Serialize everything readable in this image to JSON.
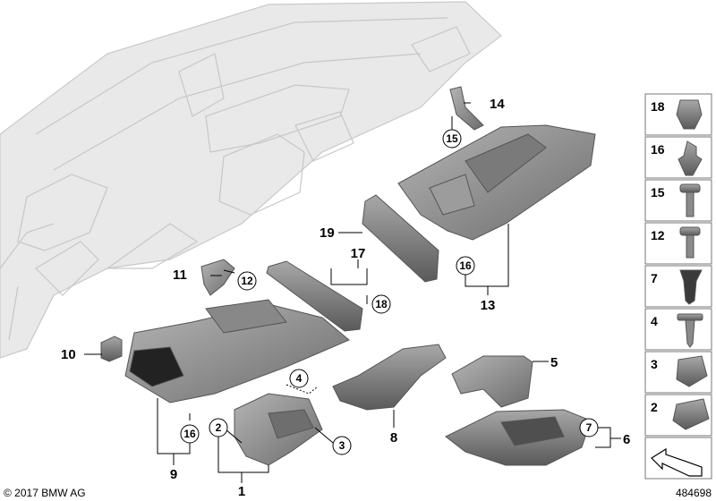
{
  "callouts": {
    "p1": "1",
    "p2": "2",
    "p3": "3",
    "p4": "4",
    "p5": "5",
    "p6": "6",
    "p7": "7",
    "p8": "8",
    "p9": "9",
    "p10": "10",
    "p11": "11",
    "p12": "12",
    "p13": "13",
    "p14": "14",
    "p15": "15",
    "p16a": "16",
    "p16b": "16",
    "p17": "17",
    "p18": "18",
    "p19": "19"
  },
  "legend": [
    "18",
    "16",
    "15",
    "12",
    "7",
    "4",
    "3",
    "2"
  ],
  "footer": {
    "copyright": "© 2017 BMW AG",
    "diagram_number": "484698"
  },
  "colors": {
    "part_fill": "#8f8f8f",
    "part_dark": "#5d5d5d",
    "dashboard_ghost": "#e6e6e6"
  }
}
